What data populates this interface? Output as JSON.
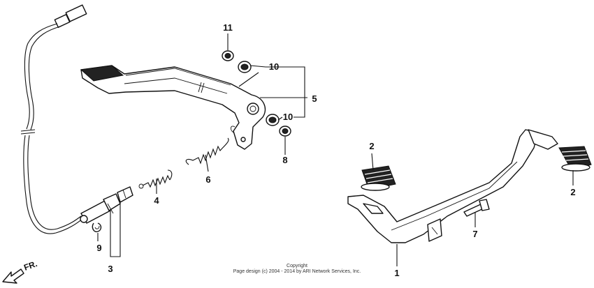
{
  "callouts": {
    "n1": "1",
    "n2a": "2",
    "n2b": "2",
    "n3": "3",
    "n4": "4",
    "n5": "5",
    "n6": "6",
    "n7": "7",
    "n8": "8",
    "n9": "9",
    "n10a": "10",
    "n10b": "10",
    "n11": "11"
  },
  "direction": "FR.",
  "copyright": {
    "line1": "Copyright",
    "line2": "Page design (c) 2004 - 2014 by ARI Network Services, Inc."
  }
}
